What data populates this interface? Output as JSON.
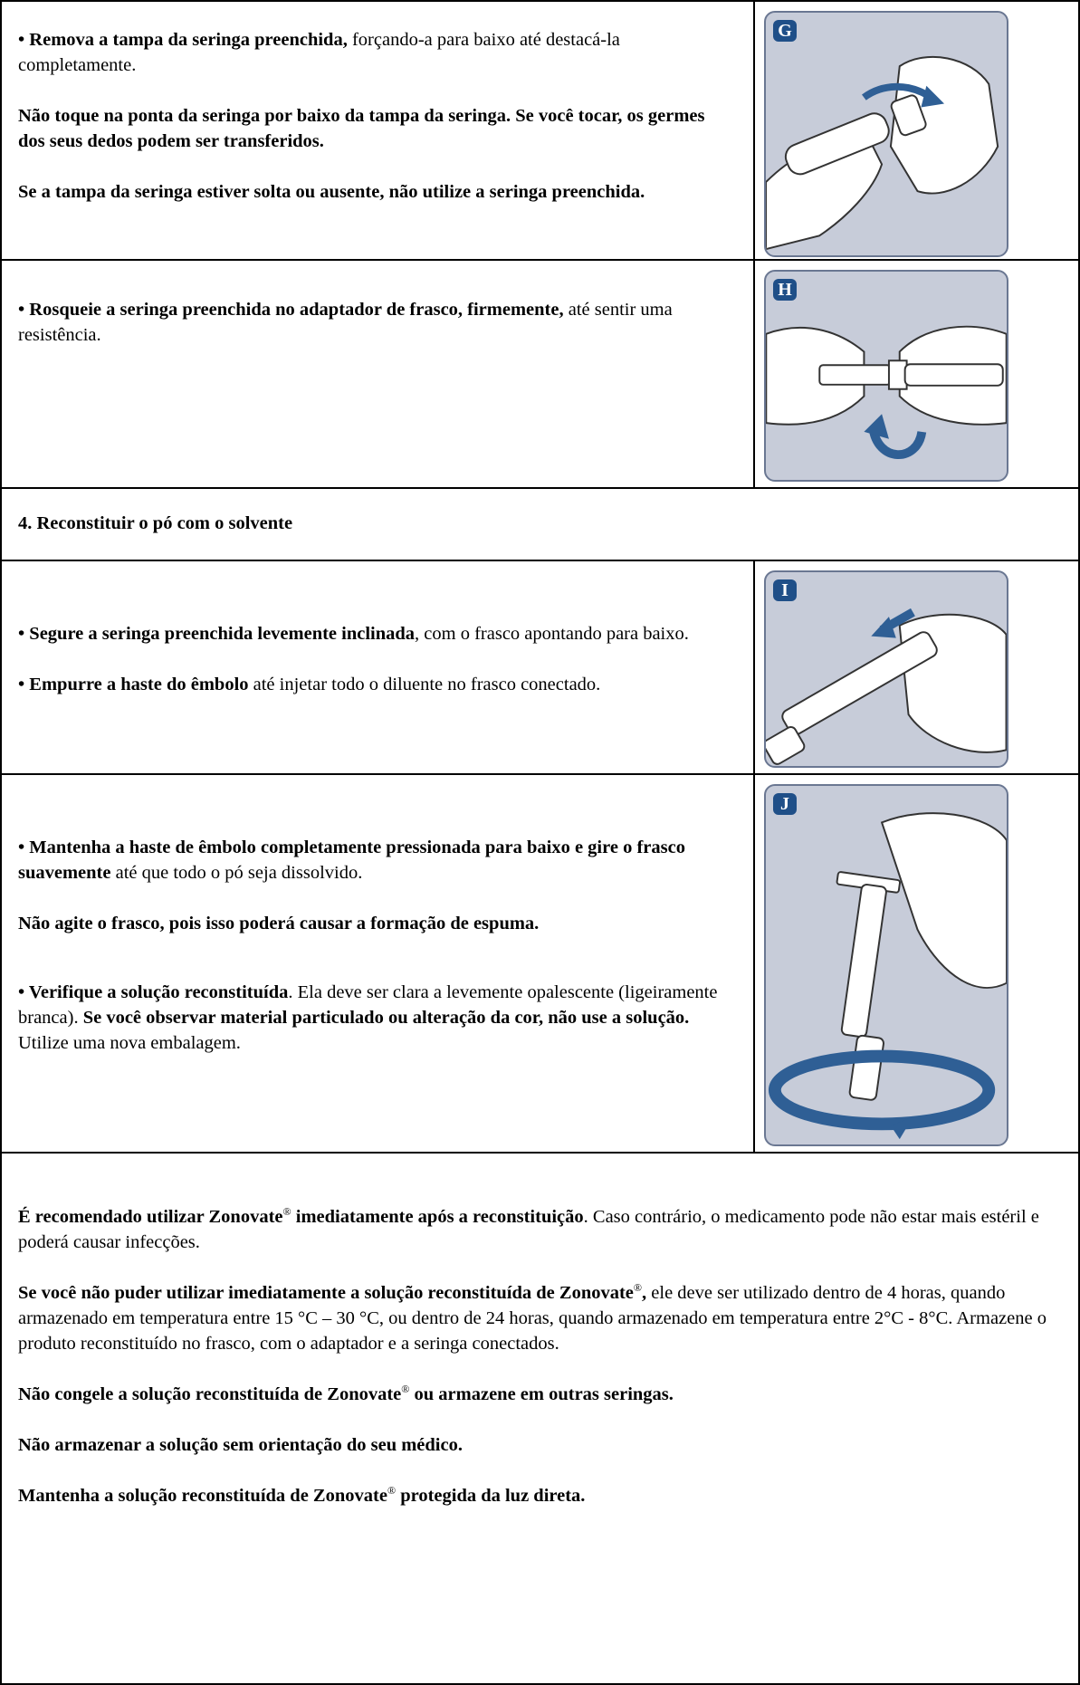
{
  "rows": {
    "g": {
      "badge": "G",
      "p1_bold": "• Remova a tampa da seringa preenchida,",
      "p1_rest": " forçando-a para baixo até destacá-la completamente.",
      "p2": "Não toque na ponta da seringa por baixo da tampa da seringa. Se você tocar, os germes dos seus dedos podem ser transferidos.",
      "p3": "Se a tampa da seringa estiver solta ou ausente, não utilize a seringa preenchida."
    },
    "h": {
      "badge": "H",
      "p1_bold": "• Rosqueie a seringa preenchida no adaptador de frasco, firmemente,",
      "p1_rest": " até sentir uma resistência."
    },
    "section4": {
      "title": "4. Reconstituir o pó com o solvente"
    },
    "i": {
      "badge": "I",
      "p1_bold": "• Segure a seringa preenchida levemente inclinada",
      "p1_rest": ", com o frasco apontando para baixo.",
      "p2_bold": "• Empurre a haste do êmbolo",
      "p2_rest": " até injetar todo o diluente no frasco conectado."
    },
    "j": {
      "badge": "J",
      "p1_bold": "• Mantenha a haste de êmbolo completamente pressionada para baixo e gire o frasco suavemente",
      "p1_rest": " até que todo o pó seja dissolvido.",
      "p2": "Não agite o frasco, pois isso poderá causar a formação de espuma.",
      "p3_bold": "• Verifique a solução reconstituída",
      "p3_rest1": ". Ela deve ser clara a levemente opalescente (ligeiramente branca). ",
      "p3_bold2": "Se você observar material particulado ou alteração da cor, não use a solução.",
      "p3_rest2": " Utilize uma nova embalagem."
    }
  },
  "footer": {
    "p1_bold_a": "É recomendado utilizar Zonovate",
    "reg": "®",
    "p1_bold_b": " imediatamente após a reconstituição",
    "p1_rest": ". Caso contrário, o medicamento pode não estar mais estéril e poderá causar infecções.",
    "p2_bold_a": "Se você não puder utilizar imediatamente a solução reconstituída de Zonovate",
    "p2_bold_b": ",",
    "p2_rest": " ele deve ser utilizado dentro de 4 horas, quando armazenado em temperatura entre 15 °C – 30 °C, ou dentro de 24 horas, quando armazenado em temperatura entre 2°C - 8°C. Armazene o produto reconstituído no frasco, com o adaptador e a seringa conectados.",
    "p3_a": "Não congele a solução reconstituída de Zonovate",
    "p3_b": " ou armazene em outras seringas.",
    "p4": "Não armazenar a solução sem orientação do seu médico.",
    "p5_a": "Mantenha a solução reconstituída de Zonovate",
    "p5_b": " protegida da luz direta."
  },
  "colors": {
    "panel_bg": "#c7ccd9",
    "panel_border": "#6a7792",
    "badge_bg": "#1f4f88",
    "arrow": "#2f5f95"
  }
}
